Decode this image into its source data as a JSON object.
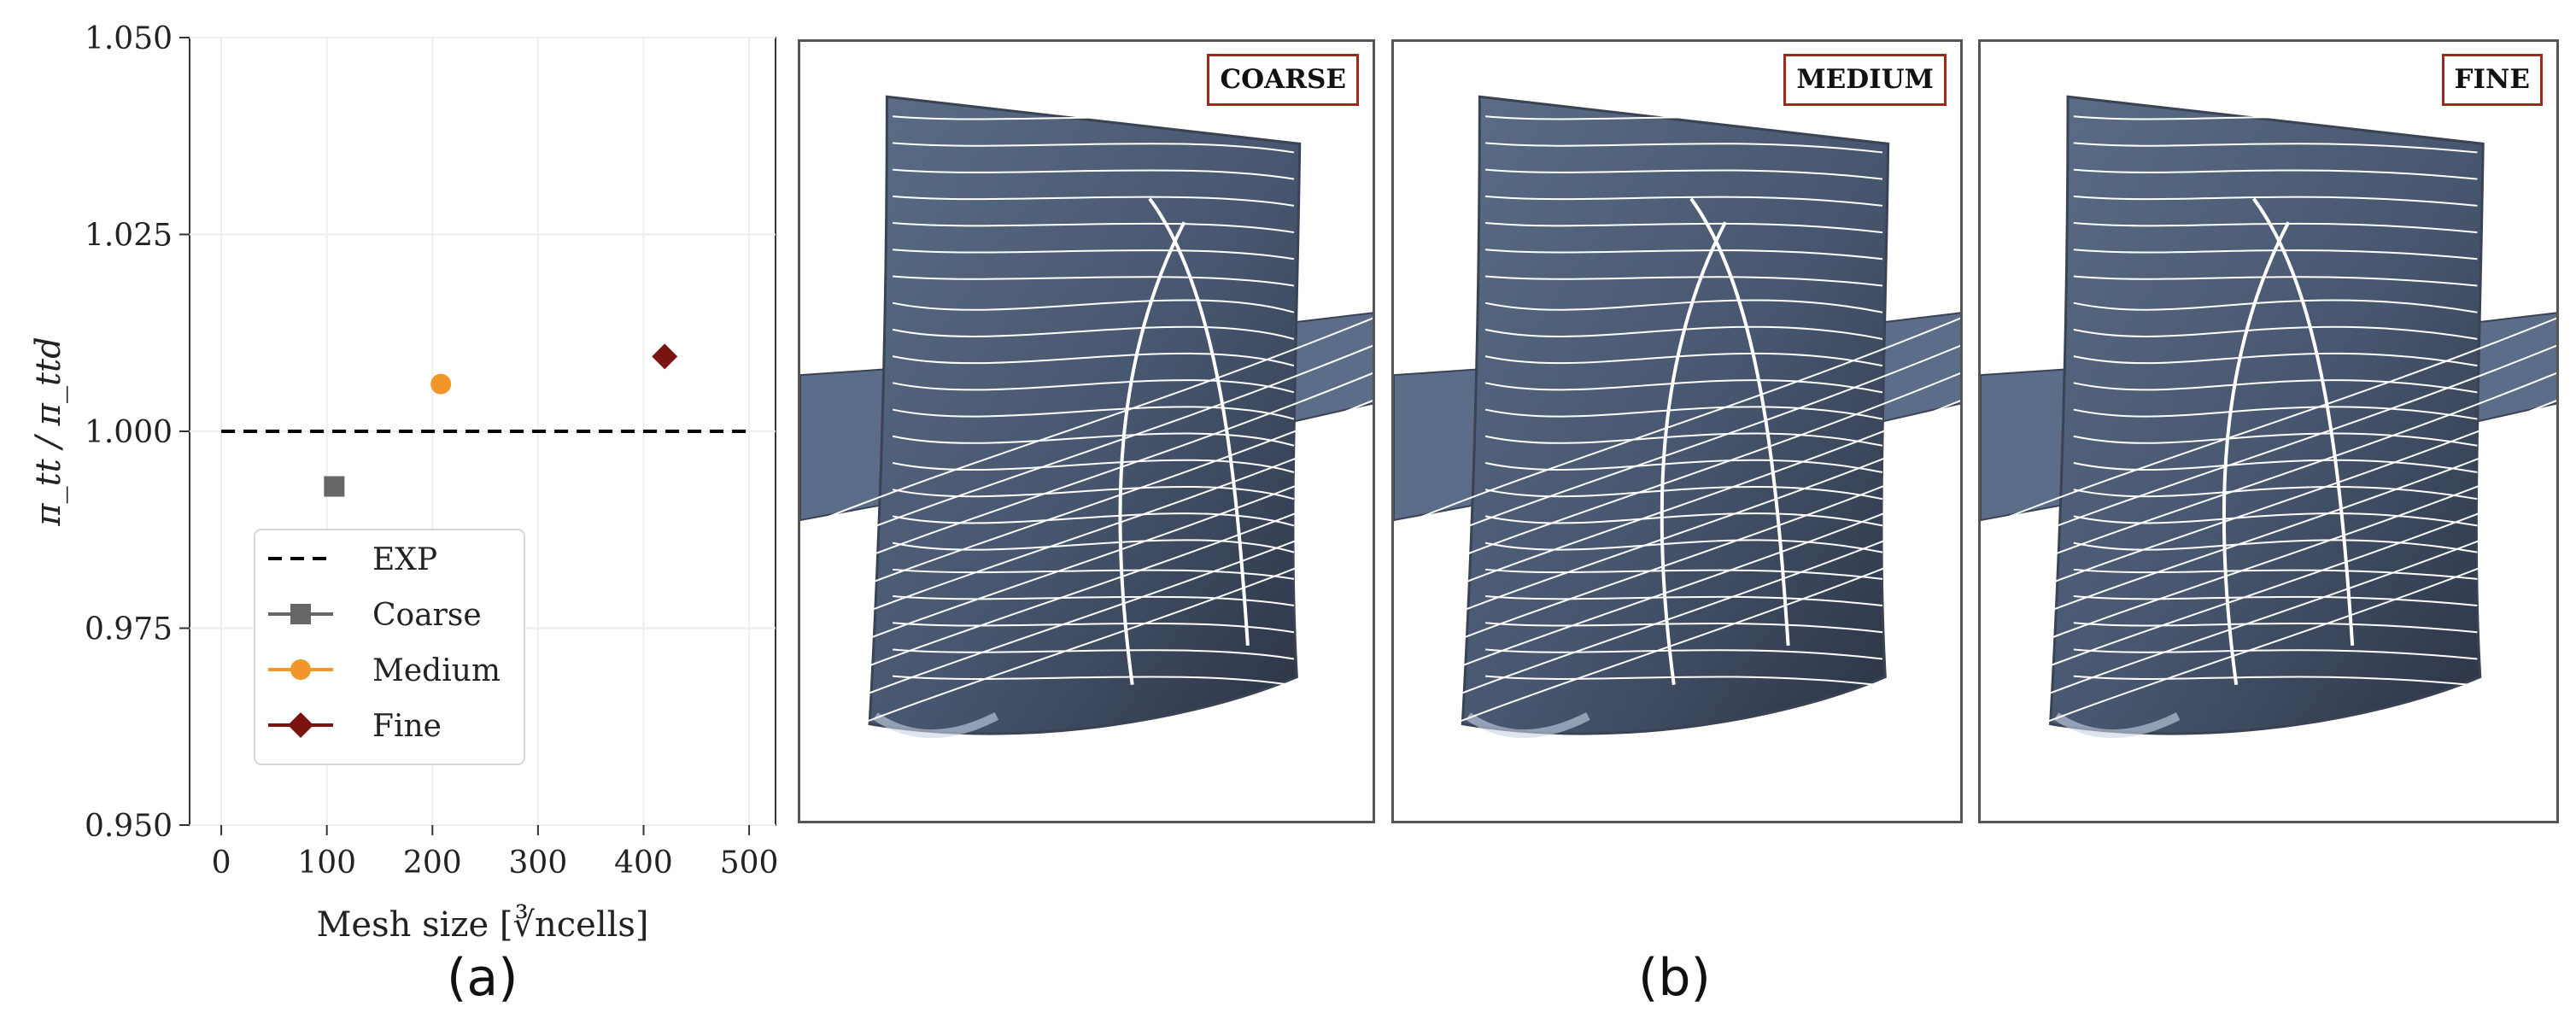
{
  "chart_data": {
    "type": "scatter",
    "title": "",
    "xlabel": "Mesh size [∛ncells]",
    "ylabel": "π_tt / π_ttd",
    "xlim": [
      -30,
      525
    ],
    "ylim": [
      0.95,
      1.05
    ],
    "xticks": [
      "0",
      "100",
      "200",
      "300",
      "400",
      "500"
    ],
    "xtick_values": [
      0,
      100,
      200,
      300,
      400,
      500
    ],
    "yticks": [
      "0.950",
      "0.975",
      "1.000",
      "1.025",
      "1.050"
    ],
    "ytick_values": [
      0.95,
      0.975,
      1.0,
      1.025,
      1.05
    ],
    "grid": true,
    "legend_position": "lower-left",
    "reference_line": {
      "name": "EXP",
      "y": 1.0,
      "x_range": [
        0,
        500
      ],
      "style": "dashed",
      "color": "#000000"
    },
    "series": [
      {
        "name": "Coarse",
        "x": [
          107
        ],
        "y": [
          0.993
        ],
        "marker": "square",
        "color": "#666666"
      },
      {
        "name": "Medium",
        "x": [
          208
        ],
        "y": [
          1.006
        ],
        "marker": "circle",
        "color": "#f0962a"
      },
      {
        "name": "Fine",
        "x": [
          420
        ],
        "y": [
          1.0095
        ],
        "marker": "diamond",
        "color": "#7a1410"
      }
    ]
  },
  "captions": {
    "a": "(a)",
    "b": "(b)"
  },
  "panels": [
    {
      "label": "COARSE"
    },
    {
      "label": "MEDIUM"
    },
    {
      "label": "FINE"
    }
  ],
  "colors": {
    "blade": "#46566e",
    "streamline": "#ffffff",
    "tag_border": "#9a2a1a"
  }
}
